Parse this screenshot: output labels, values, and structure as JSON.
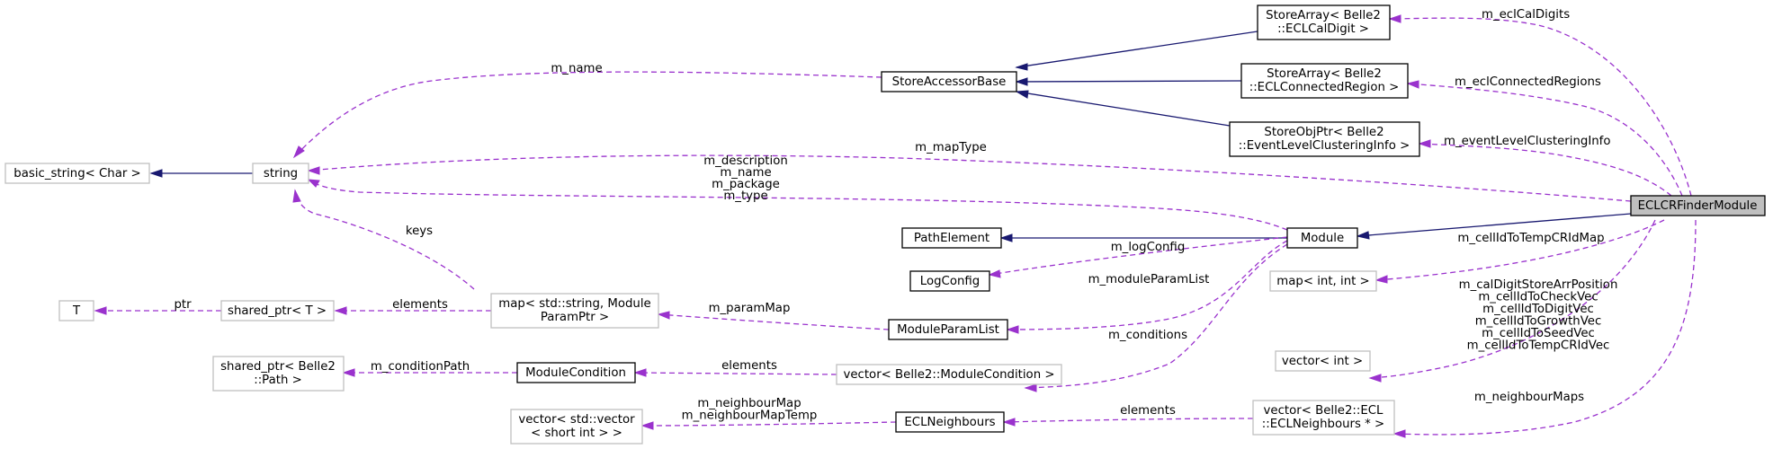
{
  "nodes": {
    "storearray_calDigit": [
      "StoreArray< Belle2",
      "::ECLCalDigit >"
    ],
    "storearray_connRegion": [
      "StoreArray< Belle2",
      "::ECLConnectedRegion >"
    ],
    "storeobjptr_evtInfo": [
      "StoreObjPtr< Belle2",
      "::EventLevelClusteringInfo >"
    ],
    "store_accessor_base": [
      "StoreAccessorBase"
    ],
    "basic_string": [
      "basic_string< Char >"
    ],
    "string": [
      "string"
    ],
    "module": [
      "Module"
    ],
    "path_element": [
      "PathElement"
    ],
    "log_config": [
      "LogConfig"
    ],
    "map_int_int": [
      "map< int, int >"
    ],
    "T": [
      "T"
    ],
    "shared_ptr_T": [
      "shared_ptr< T >"
    ],
    "map_param": [
      "map< std::string, Module",
      "ParamPtr >"
    ],
    "module_param_list": [
      "ModuleParamList"
    ],
    "shared_ptr_path": [
      "shared_ptr< Belle2",
      "::Path >"
    ],
    "module_condition": [
      "ModuleCondition"
    ],
    "vector_module_condition": [
      "vector< Belle2::ModuleCondition >"
    ],
    "vector_int": [
      "vector< int >"
    ],
    "vector_vector_short": [
      "vector< std::vector",
      "< short int > >"
    ],
    "ecl_neighbours": [
      "ECLNeighbours"
    ],
    "vector_ecl_neighbours": [
      "vector< Belle2::ECL",
      "::ECLNeighbours * >"
    ],
    "eclcrfinder_module": [
      "ECLCRFinderModule"
    ]
  },
  "edge_labels": {
    "m_eclCalDigits": [
      "m_eclCalDigits"
    ],
    "m_eclConnectedRegions": [
      "m_eclConnectedRegions"
    ],
    "m_eventLevelClusteringInfo": [
      "m_eventLevelClusteringInfo"
    ],
    "m_name": [
      "m_name"
    ],
    "m_mapType": [
      "m_mapType"
    ],
    "module_strings": [
      "m_description",
      "m_name",
      "m_package",
      "m_type"
    ],
    "keys": [
      "keys"
    ],
    "m_logConfig": [
      "m_logConfig"
    ],
    "m_moduleParamList": [
      "m_moduleParamList"
    ],
    "m_cellIdToTempCRIdMap": [
      "m_cellIdToTempCRIdMap"
    ],
    "ptr": [
      "ptr"
    ],
    "elements_map": [
      "elements"
    ],
    "m_paramMap": [
      "m_paramMap"
    ],
    "m_conditions": [
      "m_conditions"
    ],
    "vector_int_members": [
      "m_calDigitStoreArrPosition",
      "m_cellIdToCheckVec",
      "m_cellIdToDigitVec",
      "m_cellIdToGrowthVec",
      "m_cellIdToSeedVec",
      "m_cellIdToTempCRIdVec"
    ],
    "m_conditionPath": [
      "m_conditionPath"
    ],
    "elements_cond": [
      "elements"
    ],
    "m_neighbourMaps": [
      "m_neighbourMaps"
    ],
    "neighbour_map_members": [
      "m_neighbourMap",
      "m_neighbourMapTemp"
    ],
    "elements_ecl": [
      "elements"
    ]
  }
}
